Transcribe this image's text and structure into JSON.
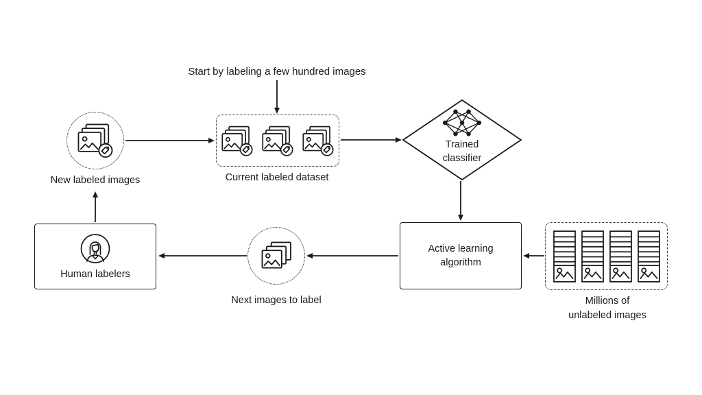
{
  "annotation": {
    "text": "Start by labeling a few hundred images"
  },
  "nodes": {
    "new_labeled_images": {
      "label": "New labeled images",
      "shape": "dotted-circle",
      "icon": "labeled-image-stack-icon"
    },
    "current_labeled_dataset": {
      "label": "Current labeled dataset",
      "shape": "dotted-box",
      "icon": "labeled-image-stack-icon",
      "icon_count": 3
    },
    "trained_classifier": {
      "label": "Trained classifier",
      "shape": "diamond",
      "icon": "neural-network-icon"
    },
    "active_learning_algorithm": {
      "label": "Active learning algorithm",
      "shape": "solid-box"
    },
    "millions_of_unlabeled_images": {
      "label": "Millions of unlabeled images",
      "shape": "dotted-box",
      "icon": "image-archive-icon",
      "icon_count": 4
    },
    "next_images_to_label": {
      "label": "Next images to label",
      "shape": "dotted-circle",
      "icon": "image-stack-icon"
    },
    "human_labelers": {
      "label": "Human labelers",
      "shape": "solid-box",
      "icon": "person-icon"
    }
  },
  "edges": [
    {
      "from": "annotation",
      "to": "current_labeled_dataset",
      "direction": "down"
    },
    {
      "from": "new_labeled_images",
      "to": "current_labeled_dataset",
      "direction": "right"
    },
    {
      "from": "current_labeled_dataset",
      "to": "trained_classifier",
      "direction": "right"
    },
    {
      "from": "trained_classifier",
      "to": "active_learning_algorithm",
      "direction": "down"
    },
    {
      "from": "millions_of_unlabeled_images",
      "to": "active_learning_algorithm",
      "direction": "left"
    },
    {
      "from": "active_learning_algorithm",
      "to": "next_images_to_label",
      "direction": "left"
    },
    {
      "from": "next_images_to_label",
      "to": "human_labelers",
      "direction": "left"
    },
    {
      "from": "human_labelers",
      "to": "new_labeled_images",
      "direction": "up"
    }
  ],
  "colors": {
    "stroke": "#1a1a1a",
    "background": "#ffffff"
  }
}
